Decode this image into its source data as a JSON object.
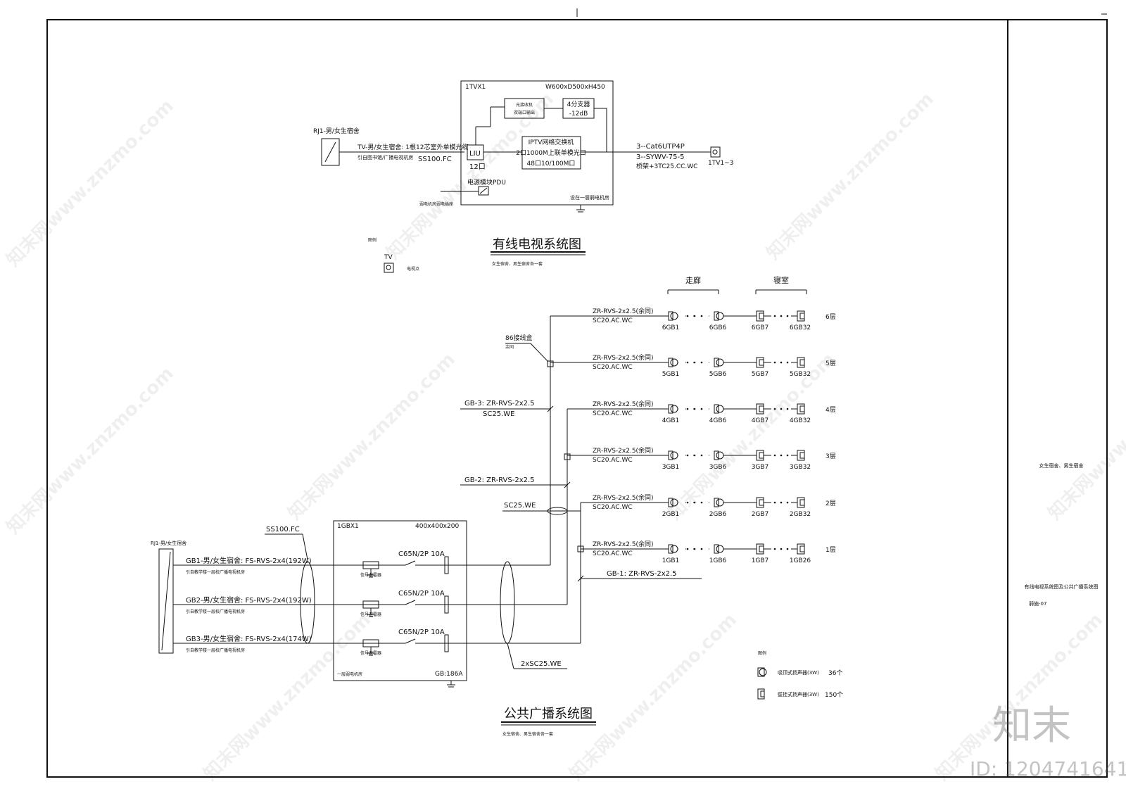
{
  "tv": {
    "cabinet_id": "1TVX1",
    "cabinet_size": "W600xD500xH450",
    "source_label": "RJ1-男/女生宿舍",
    "in_cable_1": "TV-男/女生宿舍: 1根12芯室外单模光缆",
    "in_cable_2": "引自图书馆/广播电视机房",
    "in_conduit": "SS100.FC",
    "liu": "LIU",
    "liu_ports": "12口",
    "optical_receiver": [
      "光接收机",
      "双端口输出"
    ],
    "splitter": [
      "4分支器",
      "-12dB"
    ],
    "iptv_switch": [
      "IPTV网络交换机",
      "2口1000M上联单模光口",
      "48口10/100M口"
    ],
    "out_cable": [
      "3--Cat6UTP4P",
      "3--SYWV-75-5",
      "桥架+3TC25.CC.WC"
    ],
    "outlet": "1TV1~3",
    "pdu": "电源模块PDU",
    "pdu_source": "弱电机房弱电插座",
    "cabinet_location": "设在一层弱电机房",
    "title": "有线电视系统图",
    "subtitle": "女生宿舍、男生宿舍各一套",
    "legend_title": "图例",
    "legend_tv": "TV",
    "legend_tv_desc": "电视点"
  },
  "pa": {
    "header_corridor": "走廊",
    "header_dorm": "寝室",
    "junction_box": [
      "86接线盒",
      "余同"
    ],
    "floors": [
      {
        "floor": "6层",
        "cable": "ZR-RVS-2x2.5(余同)",
        "conduit": "SC20.AC.WC",
        "c1": "6GB1",
        "c2": "6GB6",
        "d1": "6GB7",
        "d2": "6GB32"
      },
      {
        "floor": "5层",
        "cable": "ZR-RVS-2x2.5(余同)",
        "conduit": "SC20.AC.WC",
        "c1": "5GB1",
        "c2": "5GB6",
        "d1": "5GB7",
        "d2": "5GB32"
      },
      {
        "floor": "4层",
        "cable": "ZR-RVS-2x2.5(余同)",
        "conduit": "SC20.AC.WC",
        "c1": "4GB1",
        "c2": "4GB6",
        "d1": "4GB7",
        "d2": "4GB32"
      },
      {
        "floor": "3层",
        "cable": "ZR-RVS-2x2.5(余同)",
        "conduit": "SC20.AC.WC",
        "c1": "3GB1",
        "c2": "3GB6",
        "d1": "3GB7",
        "d2": "3GB32"
      },
      {
        "floor": "2层",
        "cable": "ZR-RVS-2x2.5(余同)",
        "conduit": "SC20.AC.WC",
        "c1": "2GB1",
        "c2": "2GB6",
        "d1": "2GB7",
        "d2": "2GB32"
      },
      {
        "floor": "1层",
        "cable": "ZR-RVS-2x2.5(余同)",
        "conduit": "SC20.AC.WC",
        "c1": "1GB1",
        "c2": "1GB6",
        "d1": "1GB7",
        "d2": "1GB26"
      }
    ],
    "gb3_riser": [
      "GB-3: ZR-RVS-2x2.5",
      "SC25.WE"
    ],
    "gb2_riser": "GB-2: ZR-RVS-2x2.5",
    "gb2_conduit": "SC25.WE",
    "gb1_riser": "GB-1: ZR-RVS-2x2.5",
    "cabinet_id": "1GBX1",
    "cabinet_size": "400x400x200",
    "source_label": "RJ1-男/女生宿舍",
    "in_conduit": "SS100.FC",
    "circuits": [
      {
        "cable": "GB1-男/女生宿舍:  FS-RVS-2x4(192W)",
        "origin": "引自教学楼一层校广播电视机房",
        "breaker": "C65N/2P 10A",
        "protector": "信号避雷器"
      },
      {
        "cable": "GB2-男/女生宿舍:  FS-RVS-2x4(192W)",
        "origin": "引自教学楼一层校广播电视机房",
        "breaker": "C65N/2P 10A",
        "protector": "信号避雷器"
      },
      {
        "cable": "GB3-男/女生宿舍:  FS-RVS-2x4(174W)",
        "origin": "引自教学楼一层校广播电视机房",
        "breaker": "C65N/2P 10A",
        "protector": "信号避雷器"
      }
    ],
    "cabinet_location": "一层弱电机房",
    "cabinet_note": "GB:186A",
    "out_conduit": "2xSC25.WE",
    "title": "公共广播系统图",
    "subtitle": "女生宿舍、男生宿舍各一套",
    "legend_title": "图例",
    "legend_ceiling": "吸顶式扬声器(3W)",
    "legend_ceiling_count": "36个",
    "legend_wall": "壁挂式扬声器(3W)",
    "legend_wall_count": "150个"
  },
  "titleblock": {
    "project": "女生宿舍、男生宿舍",
    "drawing_name": "有线电视系统图及公共广播系统图",
    "drawing_no": "弱施-07"
  },
  "stamp": {
    "logo": "知末",
    "id": "ID: 1204741641"
  },
  "watermark": "知末网www.znzmo.com"
}
